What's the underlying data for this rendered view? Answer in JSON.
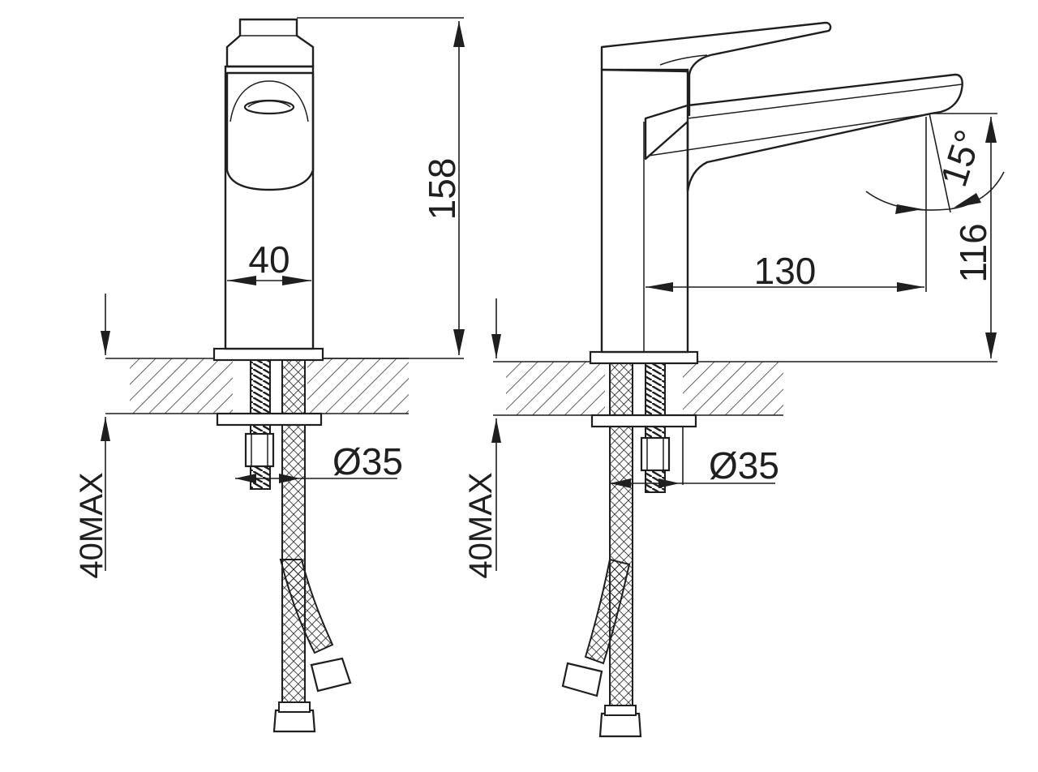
{
  "front_view": {
    "height_label": "158",
    "body_width_label": "40",
    "hole_label": "Ø35",
    "max_thickness_label": "40MAX"
  },
  "side_view": {
    "spout_reach_label": "130",
    "spout_height_label": "116",
    "angle_label": "15°",
    "hole_label": "Ø35",
    "max_thickness_label": "40MAX"
  }
}
